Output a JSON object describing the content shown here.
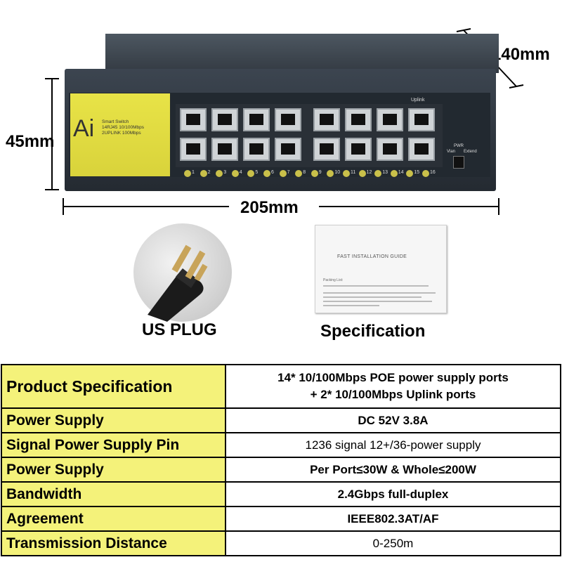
{
  "dimensions": {
    "depth": "140mm",
    "height": "45mm",
    "width": "205mm"
  },
  "device": {
    "brand": "Ai",
    "label_line1": "Smart Switch",
    "label_line2": "14RJ45 10/100Mbps",
    "label_line3": "2UPLINK 100Mbps",
    "uplink_label": "Uplink",
    "pwr_label": "PWR",
    "switch_left": "Vlan",
    "switch_right": "Extend",
    "port_numbers": [
      "1",
      "2",
      "3",
      "4",
      "5",
      "6",
      "7",
      "8",
      "9",
      "10",
      "11",
      "12",
      "13",
      "14",
      "15",
      "16"
    ]
  },
  "accessories": {
    "plug_caption": "US PLUG",
    "spec_caption": "Specification",
    "guide_title": "FAST INSTALLATION GUIDE",
    "guide_packing": "Packing List:"
  },
  "spec_table": [
    {
      "key": "Product Specification",
      "value_lines": [
        "14* 10/100Mbps POE power supply  ports",
        "+ 2* 10/100Mbps Uplink ports"
      ],
      "light": false
    },
    {
      "key": "Power Supply",
      "value_lines": [
        "DC 52V 3.8A"
      ],
      "light": false
    },
    {
      "key": "Signal Power Supply Pin",
      "value_lines": [
        "1236 signal 12+/36-power supply"
      ],
      "light": true
    },
    {
      "key": "Power Supply",
      "value_lines": [
        "Per Port≤30W & Whole≤200W"
      ],
      "light": false
    },
    {
      "key": "Bandwidth",
      "value_lines": [
        "2.4Gbps full-duplex"
      ],
      "light": false
    },
    {
      "key": "Agreement",
      "value_lines": [
        "IEEE802.3AT/AF"
      ],
      "light": false
    },
    {
      "key": "Transmission Distance",
      "value_lines": [
        "0-250m"
      ],
      "light": true
    }
  ],
  "colors": {
    "table_key_bg": "#f4f27a",
    "panel_yellow": "#e8e347",
    "chassis": "#2a3037"
  }
}
